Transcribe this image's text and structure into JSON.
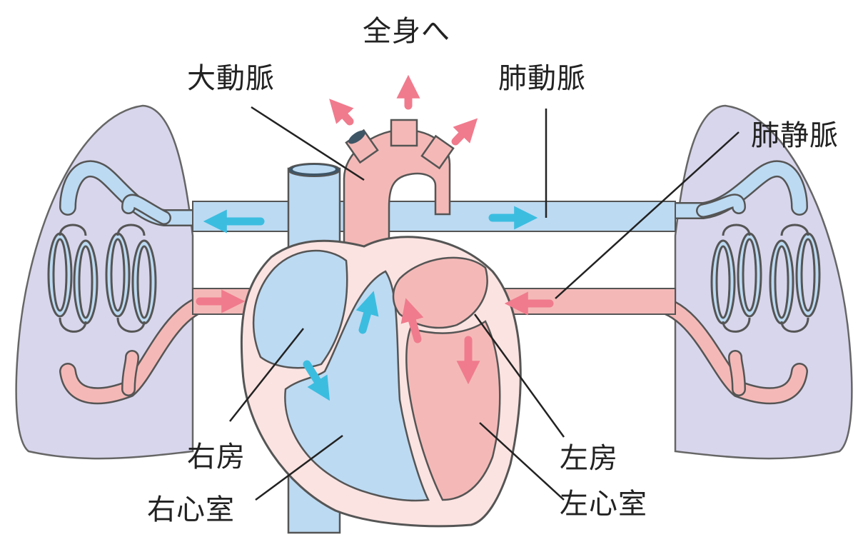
{
  "labels": {
    "to_body": "全身へ",
    "aorta": "大動脈",
    "pulmonary_artery": "肺動脈",
    "pulmonary_vein": "肺静脈",
    "right_atrium": "右房",
    "right_ventricle": "右心室",
    "left_atrium": "左房",
    "left_ventricle": "左心室"
  },
  "colors": {
    "lung_fill": "#d8d6ec",
    "lung_outline": "#666666",
    "deoxygenated": "#bcdaf2",
    "oxygenated": "#f4b9b7",
    "heart_wall": "#fbe3e1",
    "arrow_blue": "#3bbde0",
    "arrow_pink": "#f07b8d",
    "outline": "#333333"
  }
}
